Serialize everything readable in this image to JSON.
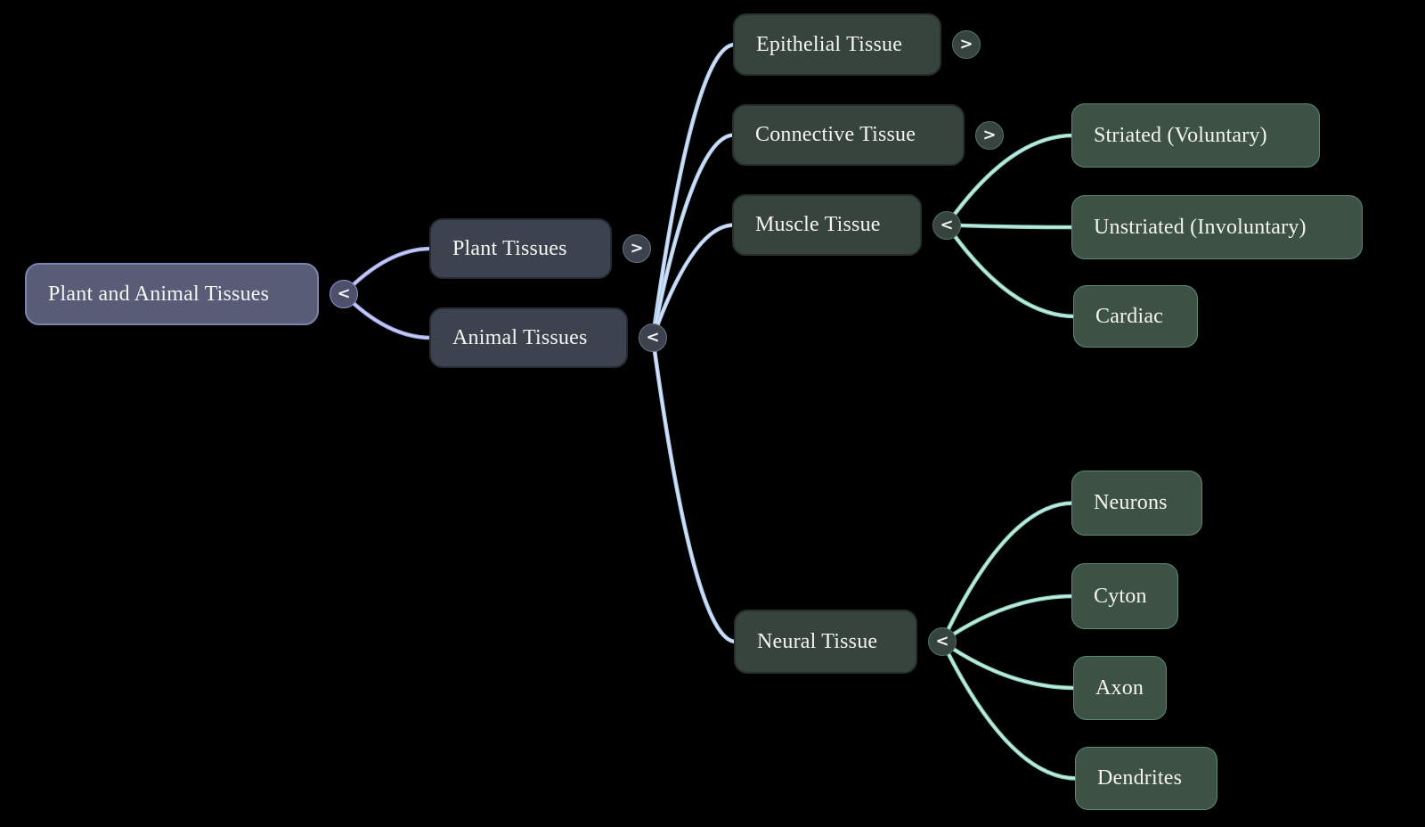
{
  "diagram": {
    "type": "mindmap",
    "nodes": [
      {
        "id": "root",
        "label": "Plant and Animal Tissues",
        "toggle": "<",
        "palette": "purple"
      },
      {
        "id": "plant",
        "label": "Plant Tissues",
        "toggle": ">",
        "palette": "slate"
      },
      {
        "id": "animal",
        "label": "Animal Tissues",
        "toggle": "<",
        "palette": "slate"
      },
      {
        "id": "epithelial",
        "label": "Epithelial Tissue",
        "toggle": ">",
        "palette": "forest"
      },
      {
        "id": "connective",
        "label": "Connective Tissue",
        "toggle": ">",
        "palette": "forest"
      },
      {
        "id": "muscle",
        "label": "Muscle Tissue",
        "toggle": "<",
        "palette": "forest"
      },
      {
        "id": "striated",
        "label": "Striated (Voluntary)",
        "toggle": null,
        "palette": "leaf"
      },
      {
        "id": "unstriated",
        "label": "Unstriated (Involuntary)",
        "toggle": null,
        "palette": "leaf"
      },
      {
        "id": "cardiac",
        "label": "Cardiac",
        "toggle": null,
        "palette": "leaf"
      },
      {
        "id": "neural",
        "label": "Neural Tissue",
        "toggle": "<",
        "palette": "forest"
      },
      {
        "id": "neurons",
        "label": "Neurons",
        "toggle": null,
        "palette": "leaf"
      },
      {
        "id": "cyton",
        "label": "Cyton",
        "toggle": null,
        "palette": "leaf"
      },
      {
        "id": "axon",
        "label": "Axon",
        "toggle": null,
        "palette": "leaf"
      },
      {
        "id": "dendrites",
        "label": "Dendrites",
        "toggle": null,
        "palette": "leaf"
      }
    ],
    "edges": [
      {
        "from": "root",
        "to": "plant",
        "palette": "purple"
      },
      {
        "from": "root",
        "to": "animal",
        "palette": "purple"
      },
      {
        "from": "animal",
        "to": "epithelial",
        "palette": "blue"
      },
      {
        "from": "animal",
        "to": "connective",
        "palette": "blue"
      },
      {
        "from": "animal",
        "to": "muscle",
        "palette": "blue"
      },
      {
        "from": "animal",
        "to": "neural",
        "palette": "blue"
      },
      {
        "from": "muscle",
        "to": "striated",
        "palette": "teal"
      },
      {
        "from": "muscle",
        "to": "unstriated",
        "palette": "teal"
      },
      {
        "from": "muscle",
        "to": "cardiac",
        "palette": "teal"
      },
      {
        "from": "neural",
        "to": "neurons",
        "palette": "teal"
      },
      {
        "from": "neural",
        "to": "cyton",
        "palette": "teal"
      },
      {
        "from": "neural",
        "to": "axon",
        "palette": "teal"
      },
      {
        "from": "neural",
        "to": "dendrites",
        "palette": "teal"
      }
    ],
    "colors": {
      "background": "#000000",
      "text": "#f4f4f1",
      "root_fill": "#585c77",
      "root_border": "#7c83ad",
      "root_button_fill": "#4c506b",
      "root_button_border": "#8e96cf",
      "slate_fill": "#3c434f",
      "slate_border": "#262b33",
      "slate_button_border": "#6a7382",
      "forest_fill": "#37433d",
      "forest_border": "#253029",
      "forest_button_border": "#4f7466",
      "leaf_fill": "#3d5244",
      "leaf_border": "#5a8a7a",
      "links": {
        "purple": {
          "main": "#a2aaec",
          "core": "#d6dbfa"
        },
        "blue": {
          "main": "#b3cdee",
          "core": "#e0edfb"
        },
        "teal": {
          "main": "#8ed5c2",
          "core": "#dcf4ec"
        }
      }
    }
  }
}
